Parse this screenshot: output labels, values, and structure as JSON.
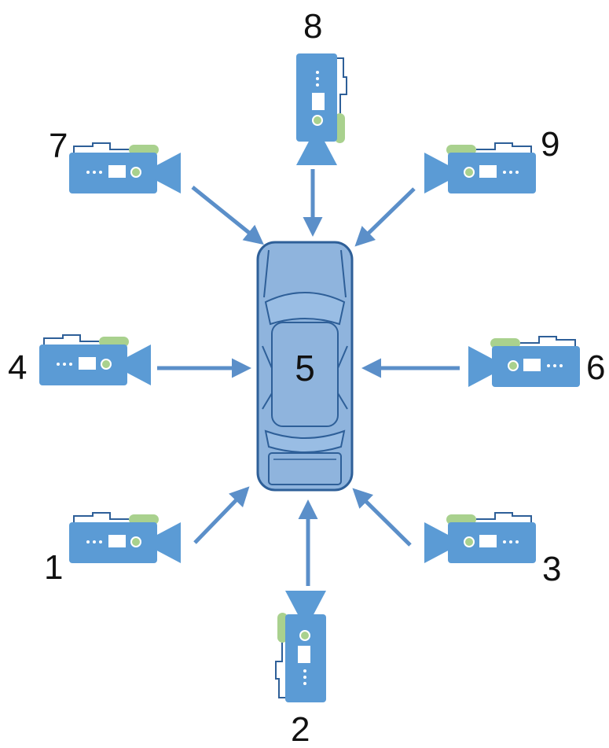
{
  "colors": {
    "camera_body": "#5b9bd5",
    "camera_dark": "#2e5f98",
    "microphone": "#a9d18e",
    "arrow": "#5b8fc9",
    "car_fill": "#8fb4dd",
    "car_stroke": "#2e5f98"
  },
  "car": {
    "label": "5"
  },
  "cameras": [
    {
      "id": "cam1",
      "label": "1",
      "orientation": "right-facing",
      "icon": "video-camera-icon"
    },
    {
      "id": "cam2",
      "label": "2",
      "orientation": "up-facing",
      "icon": "video-camera-icon"
    },
    {
      "id": "cam3",
      "label": "3",
      "orientation": "left-facing",
      "icon": "video-camera-icon"
    },
    {
      "id": "cam4",
      "label": "4",
      "orientation": "right-facing",
      "icon": "video-camera-icon"
    },
    {
      "id": "cam6",
      "label": "6",
      "orientation": "left-facing",
      "icon": "video-camera-icon"
    },
    {
      "id": "cam7",
      "label": "7",
      "orientation": "right-facing",
      "icon": "video-camera-icon"
    },
    {
      "id": "cam8",
      "label": "8",
      "orientation": "down-facing",
      "icon": "video-camera-icon"
    },
    {
      "id": "cam9",
      "label": "9",
      "orientation": "left-facing",
      "icon": "video-camera-icon"
    }
  ]
}
